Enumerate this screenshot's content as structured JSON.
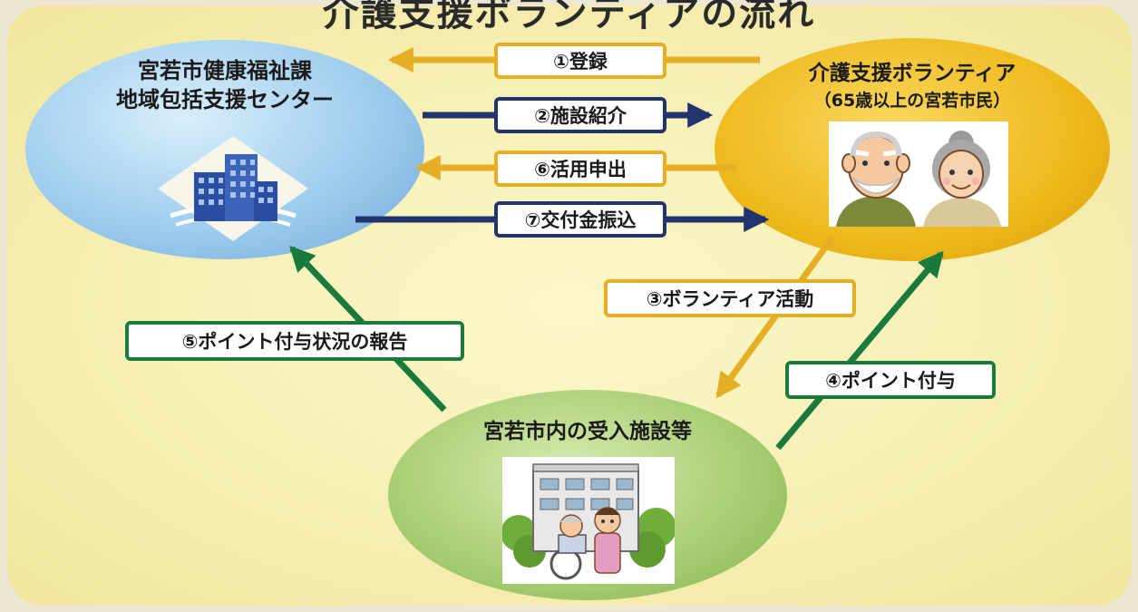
{
  "title": "介護支援ボランティアの流れ",
  "nodes": {
    "city": {
      "line1": "宮若市健康福祉課",
      "line2": "地域包括支援センター"
    },
    "volunteer": {
      "line1": "介護支援ボランティア",
      "line2": "（65歳以上の宮若市民）"
    },
    "facility": {
      "line1": "宮若市内の受入施設等"
    }
  },
  "flows": {
    "step1": "①登録",
    "step2": "②施設紹介",
    "step3": "③ボランティア活動",
    "step4": "④ポイント付与",
    "step5": "⑤ポイント付与状況の報告",
    "step6": "⑥活用申出",
    "step7": "⑦交付金振込"
  },
  "colors": {
    "gold_arrow": "#e6ae22",
    "navy_arrow": "#22346e",
    "green_arrow": "#1a7a3c",
    "city_node": "#9fcdee",
    "volunteer_node": "#eeb91c",
    "facility_node": "#a6cc72"
  },
  "icons": {
    "city": "office-building-icon",
    "volunteer": "elderly-couple-icon",
    "facility": "care-facility-icon"
  }
}
